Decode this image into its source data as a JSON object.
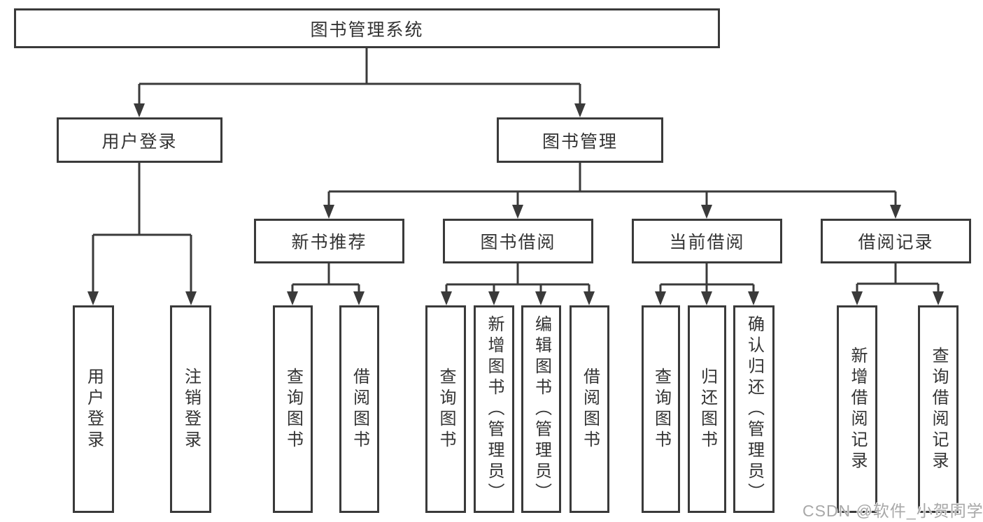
{
  "colors": {
    "line": "#3a3a3a",
    "box_border": "#3a3a3a",
    "text": "#333333",
    "background": "#ffffff",
    "watermark": "#a8a8a8"
  },
  "watermark": "CSDN @软件_小贺同学",
  "tree": {
    "label": "图书管理系统",
    "children": [
      {
        "label": "用户登录",
        "children": [
          {
            "label": "用户登录"
          },
          {
            "label": "注销登录"
          }
        ]
      },
      {
        "label": "图书管理",
        "children": [
          {
            "label": "新书推荐",
            "children": [
              {
                "label": "查询图书"
              },
              {
                "label": "借阅图书"
              }
            ]
          },
          {
            "label": "图书借阅",
            "children": [
              {
                "label": "查询图书"
              },
              {
                "label": "新增图书（管理员）"
              },
              {
                "label": "编辑图书（管理员）"
              },
              {
                "label": "借阅图书"
              }
            ]
          },
          {
            "label": "当前借阅",
            "children": [
              {
                "label": "查询图书"
              },
              {
                "label": "归还图书"
              },
              {
                "label": "确认归还（管理员）"
              }
            ]
          },
          {
            "label": "借阅记录",
            "children": [
              {
                "label": "新增借阅记录"
              },
              {
                "label": "查询借阅记录"
              }
            ]
          }
        ]
      }
    ]
  }
}
